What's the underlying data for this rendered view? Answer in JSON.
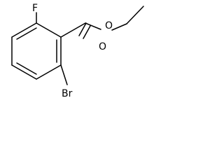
{
  "molecule": {
    "atoms": {
      "fluorine": "F",
      "bromine": "Br",
      "carbonyl_oxygen": "O",
      "ester_oxygen": "O"
    },
    "colors": {
      "bond": "#000000",
      "label": "#000000",
      "background": "#ffffff"
    }
  }
}
